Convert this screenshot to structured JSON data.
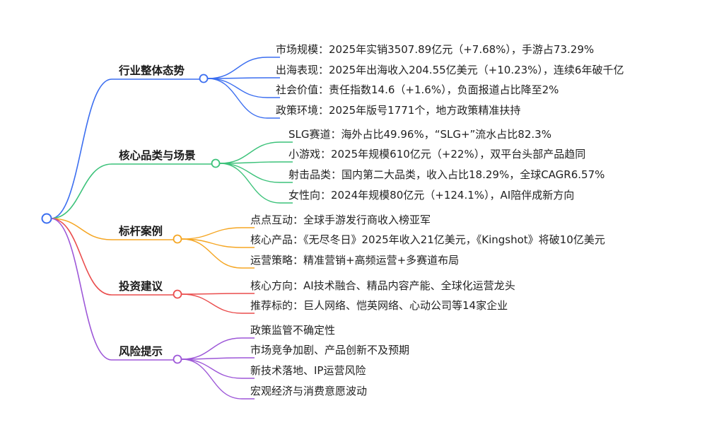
{
  "colors": {
    "root": "#3B6EF0",
    "branches": [
      "#3B6EF0",
      "#3CC27A",
      "#F5A623",
      "#EA4D4D",
      "#9D57D8"
    ]
  },
  "branches": [
    {
      "label": "行业整体态势",
      "children": [
        "市场规模：2025年实销3507.89亿元（+7.68%），手游占73.29%",
        "出海表现：2025年出海收入204.55亿美元（+10.23%），连续6年破千亿",
        "社会价值：责任指数14.6（+1.6%），负面报道占比降至2%",
        "政策环境：2025年版号1771个，地方政策精准扶持"
      ]
    },
    {
      "label": "核心品类与场景",
      "children": [
        "SLG赛道：海外占比49.96%，“SLG+”流水占比82.3%",
        "小游戏：2025年规模610亿元（+22%），双平台头部产品趋同",
        "射击品类：国内第二大品类，收入占比18.29%，全球CAGR6.57%",
        "女性向：2024年规模80亿元（+124.1%），AI陪伴成新方向"
      ]
    },
    {
      "label": "标杆案例",
      "children": [
        "点点互动：全球手游发行商收入榜亚军",
        "核心产品：《无尽冬日》2025年收入21亿美元，《Kingshot》将破10亿美元",
        "运营策略：精准营销+高频运营+多赛道布局"
      ]
    },
    {
      "label": "投资建议",
      "children": [
        "核心方向：AI技术融合、精品内容产能、全球化运营龙头",
        "推荐标的：巨人网络、恺英网络、心动公司等14家企业"
      ]
    },
    {
      "label": "风险提示",
      "children": [
        "政策监管不确定性",
        "市场竞争加剧、产品创新不及预期",
        "新技术落地、IP运营风险",
        "宏观经济与消费意愿波动"
      ]
    }
  ]
}
